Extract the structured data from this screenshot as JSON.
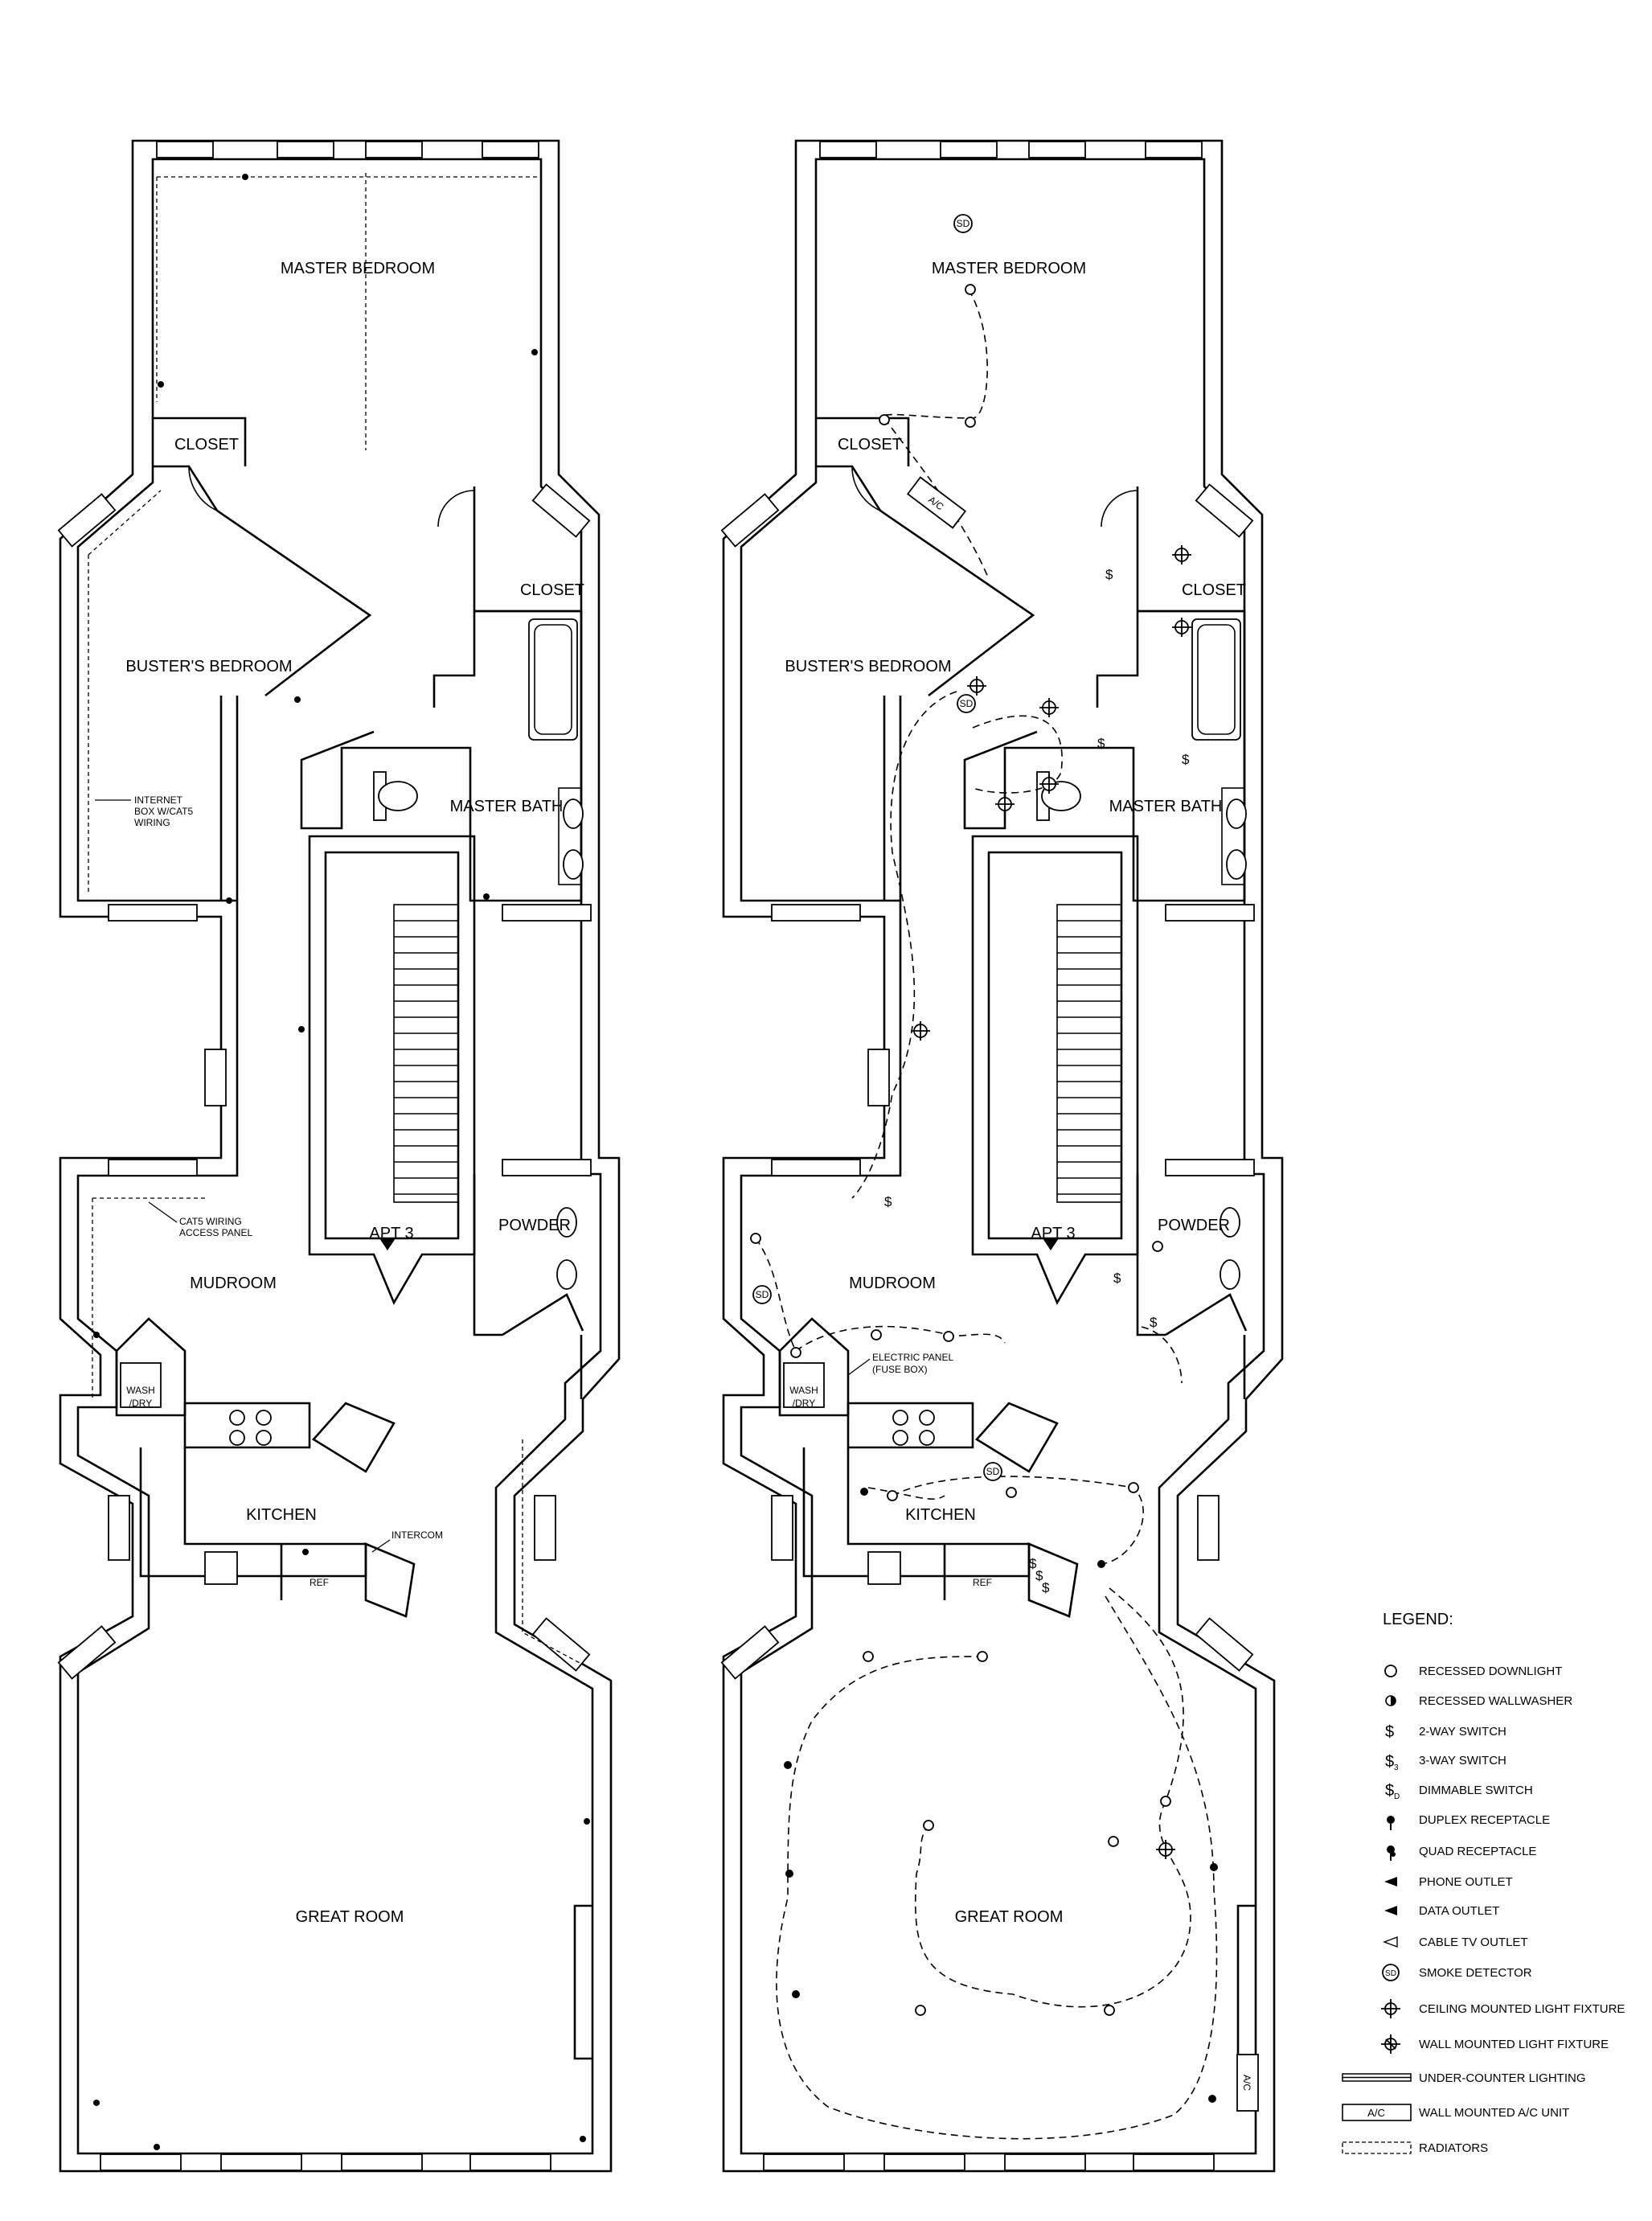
{
  "left_plan": {
    "rooms": {
      "master_bedroom": "MASTER BEDROOM",
      "closet_a": "CLOSET",
      "closet_b": "CLOSET",
      "busters_bedroom": "BUSTER'S BEDROOM",
      "master_bath": "MASTER BATH",
      "apt": "APT 3",
      "powder": "POWDER",
      "mudroom": "MUDROOM",
      "kitchen": "KITCHEN",
      "great_room": "GREAT ROOM",
      "wash_dry_1": "WASH",
      "wash_dry_2": "/DRY",
      "ref": "REF"
    },
    "notes": {
      "internet_1": "INTERNET",
      "internet_2": "BOX W/CAT5",
      "internet_3": "WIRING",
      "cat5_1": "CAT5 WIRING",
      "cat5_2": "ACCESS PANEL",
      "intercom": "INTERCOM"
    }
  },
  "right_plan": {
    "rooms": {
      "master_bedroom": "MASTER BEDROOM",
      "closet_a": "CLOSET",
      "closet_b": "CLOSET",
      "busters_bedroom": "BUSTER'S BEDROOM",
      "master_bath": "MASTER BATH",
      "apt": "APT 3",
      "powder": "POWDER",
      "mudroom": "MUDROOM",
      "kitchen": "KITCHEN",
      "great_room": "GREAT ROOM",
      "wash_dry_1": "WASH",
      "wash_dry_2": "/DRY",
      "ref": "REF"
    },
    "notes": {
      "electric_1": "ELECTRIC PANEL",
      "electric_2": "(FUSE BOX)",
      "ac_unit": "A/C",
      "smoke": "SD"
    }
  },
  "legend": {
    "title": "LEGEND:",
    "items": [
      {
        "icon": "recessed-downlight-icon",
        "label": "RECESSED DOWNLIGHT"
      },
      {
        "icon": "recessed-wallwasher-icon",
        "label": "RECESSED WALLWASHER"
      },
      {
        "icon": "two-way-switch-icon",
        "label": "2-WAY SWITCH"
      },
      {
        "icon": "three-way-switch-icon",
        "label": "3-WAY SWITCH"
      },
      {
        "icon": "dimmable-switch-icon",
        "label": "DIMMABLE SWITCH"
      },
      {
        "icon": "duplex-receptacle-icon",
        "label": "DUPLEX RECEPTACLE"
      },
      {
        "icon": "quad-receptacle-icon",
        "label": "QUAD RECEPTACLE"
      },
      {
        "icon": "phone-outlet-icon",
        "label": "PHONE OUTLET"
      },
      {
        "icon": "data-outlet-icon",
        "label": "DATA OUTLET"
      },
      {
        "icon": "cable-tv-outlet-icon",
        "label": "CABLE TV OUTLET"
      },
      {
        "icon": "smoke-detector-icon",
        "label": "SMOKE DETECTOR"
      },
      {
        "icon": "ceiling-light-fixture-icon",
        "label": "CEILING MOUNTED LIGHT FIXTURE"
      },
      {
        "icon": "wall-light-fixture-icon",
        "label": "WALL MOUNTED LIGHT FIXTURE"
      },
      {
        "icon": "under-counter-lighting-icon",
        "label": "UNDER-COUNTER LIGHTING"
      },
      {
        "icon": "ac-unit-icon",
        "label": "WALL MOUNTED A/C UNIT"
      },
      {
        "icon": "radiators-icon",
        "label": "RADIATORS"
      }
    ],
    "symbols": {
      "two_way": "$",
      "three_way": "$",
      "three_way_sub": "3",
      "dimmable": "$",
      "dimmable_sub": "D",
      "smoke": "SD",
      "ac": "A/C"
    }
  }
}
